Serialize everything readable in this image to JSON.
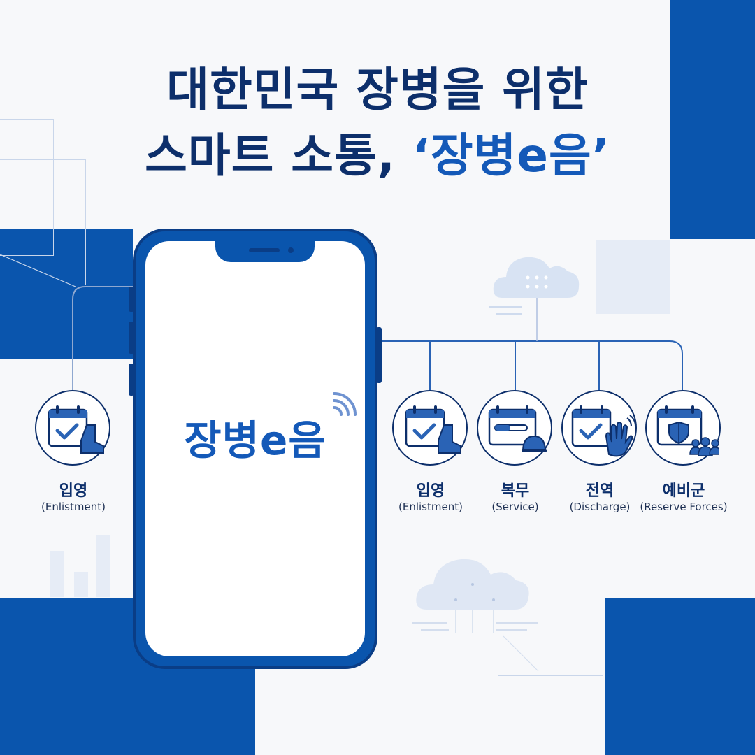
{
  "headline": {
    "line1": "대한민국 장병을 위한",
    "line2_prefix": "스마트 소통, ",
    "line2_accent": "‘장병e음’"
  },
  "app_logo": "장병e음",
  "left_step": {
    "label": "입영",
    "sub": "(Enlistment)",
    "icon": "calendar-boot-icon"
  },
  "steps": [
    {
      "label": "입영",
      "sub": "(Enlistment)",
      "icon": "calendar-boot-icon"
    },
    {
      "label": "복무",
      "sub": "(Service)",
      "icon": "calendar-helmet-icon"
    },
    {
      "label": "전역",
      "sub": "(Discharge)",
      "icon": "calendar-wave-icon"
    },
    {
      "label": "예비군",
      "sub": "(Reserve Forces)",
      "icon": "calendar-shield-icon"
    }
  ],
  "colors": {
    "primary": "#0a55ad",
    "navy": "#0d2f6b",
    "accent": "#1459b8",
    "pale": "#e6ecf6"
  }
}
